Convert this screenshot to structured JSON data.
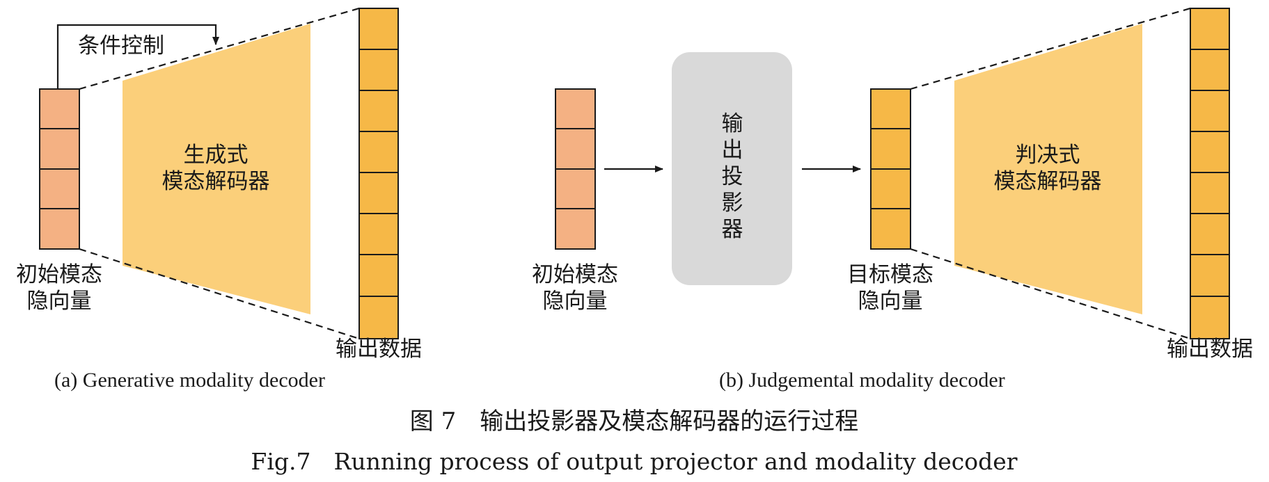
{
  "colors": {
    "latent_initial": "#f4b183",
    "latent_target": "#f6b847",
    "output_cell": "#f6b847",
    "decoder_fill": "#fbcf7a",
    "projector_fill": "#d9d9d9",
    "stroke": "#1a1a1a"
  },
  "panel_a": {
    "condition_label": "条件控制",
    "decoder_label_line1": "生成式",
    "decoder_label_line2": "模态解码器",
    "latent_label_line1": "初始模态",
    "latent_label_line2": "隐向量",
    "output_label": "输出数据",
    "subtitle": "(a) Generative modality decoder"
  },
  "panel_b": {
    "latent_label_line1": "初始模态",
    "latent_label_line2": "隐向量",
    "projector_label": [
      "输",
      "出",
      "投",
      "影",
      "器"
    ],
    "target_label_line1": "目标模态",
    "target_label_line2": "隐向量",
    "decoder_label_line1": "判决式",
    "decoder_label_line2": "模态解码器",
    "output_label": "输出数据",
    "subtitle": "(b) Judgemental modality decoder"
  },
  "caption": {
    "zh": "图 7　输出投影器及模态解码器的运行过程",
    "en": "Fig.7　Running process of output projector and modality decoder"
  }
}
